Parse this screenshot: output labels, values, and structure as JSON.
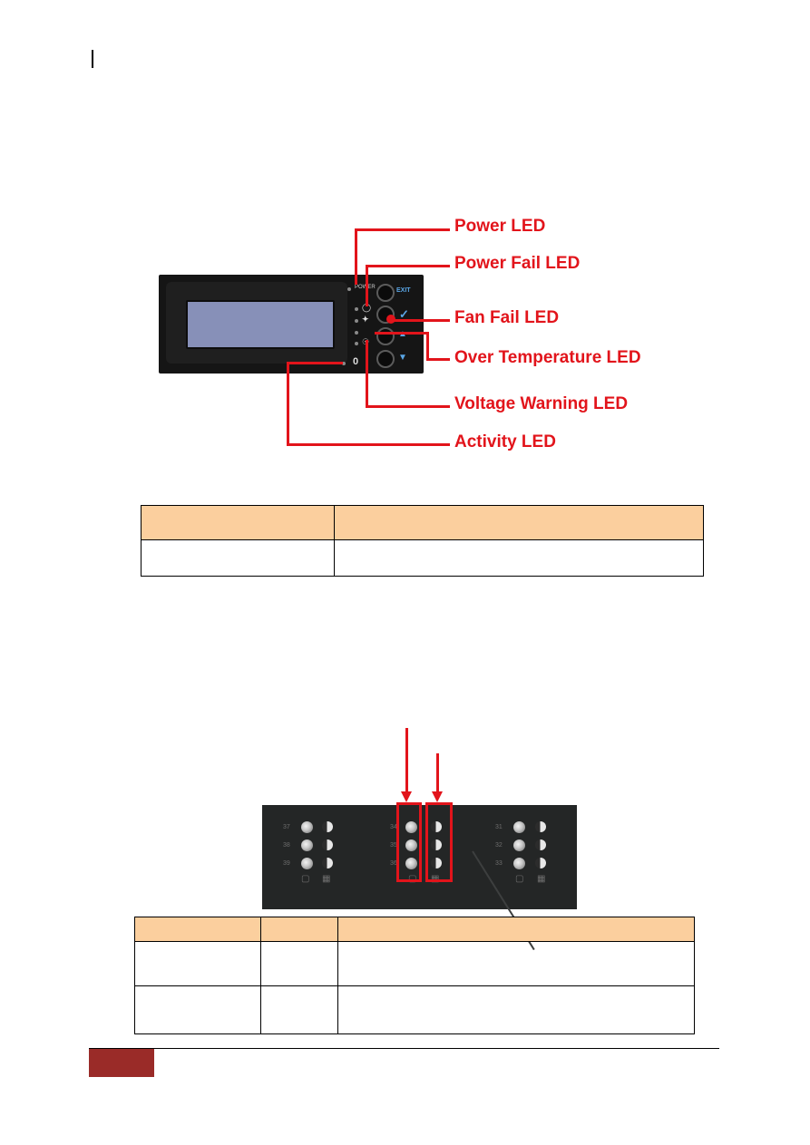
{
  "figure1": {
    "panel_labels": {
      "power": "POWER",
      "exit": "EXIT"
    },
    "callouts": [
      "Power LED",
      "Power Fail LED",
      "Fan Fail LED",
      "Over Temperature LED",
      "Voltage Warning LED",
      "Activity LED"
    ]
  },
  "table1": {
    "rows": 2,
    "cols": 2
  },
  "figure2": {
    "slot_numbers": [
      "37",
      "38",
      "39",
      "34",
      "35",
      "36",
      "31",
      "32",
      "33"
    ]
  },
  "table2": {
    "rows": 3,
    "cols": 3
  },
  "colors": {
    "callout_red": "#e2141b",
    "table_header": "#fbcf9e",
    "footer_block": "#9a2b28"
  }
}
